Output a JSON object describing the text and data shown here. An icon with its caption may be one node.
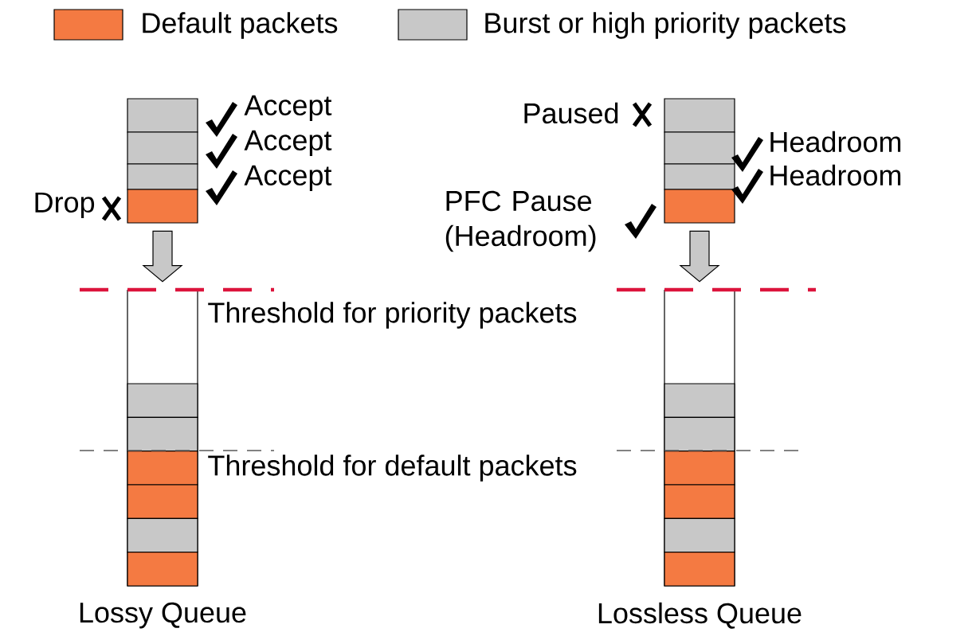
{
  "diagram": {
    "nodes": [
      {
        "text": [],
        "shape": "box"
      },
      {
        "text": [
          "Lossy Queue"
        ]
      },
      {
        "text": [],
        "shape": "box"
      },
      {
        "text": [
          "Lossless Queue"
        ]
      }
    ],
    "edges": [
      {
        "from": 0,
        "to": 1,
        "arrow": "to"
      },
      {
        "from": 2,
        "to": 3,
        "arrow": "to"
      }
    ],
    "labels": [
      "Accept",
      "Accept",
      "Accept",
      "Drop",
      "Paused",
      "Headroom",
      "Headroom",
      "PFC Pause (Headroom)",
      "Threshold for priority packets",
      "Threshold for default packets"
    ],
    "legend": [
      {
        "text": "Default packets",
        "color": "#f47a42"
      },
      {
        "text": "Burst or high priority packets",
        "color": "#c8c8c8"
      }
    ]
  }
}
